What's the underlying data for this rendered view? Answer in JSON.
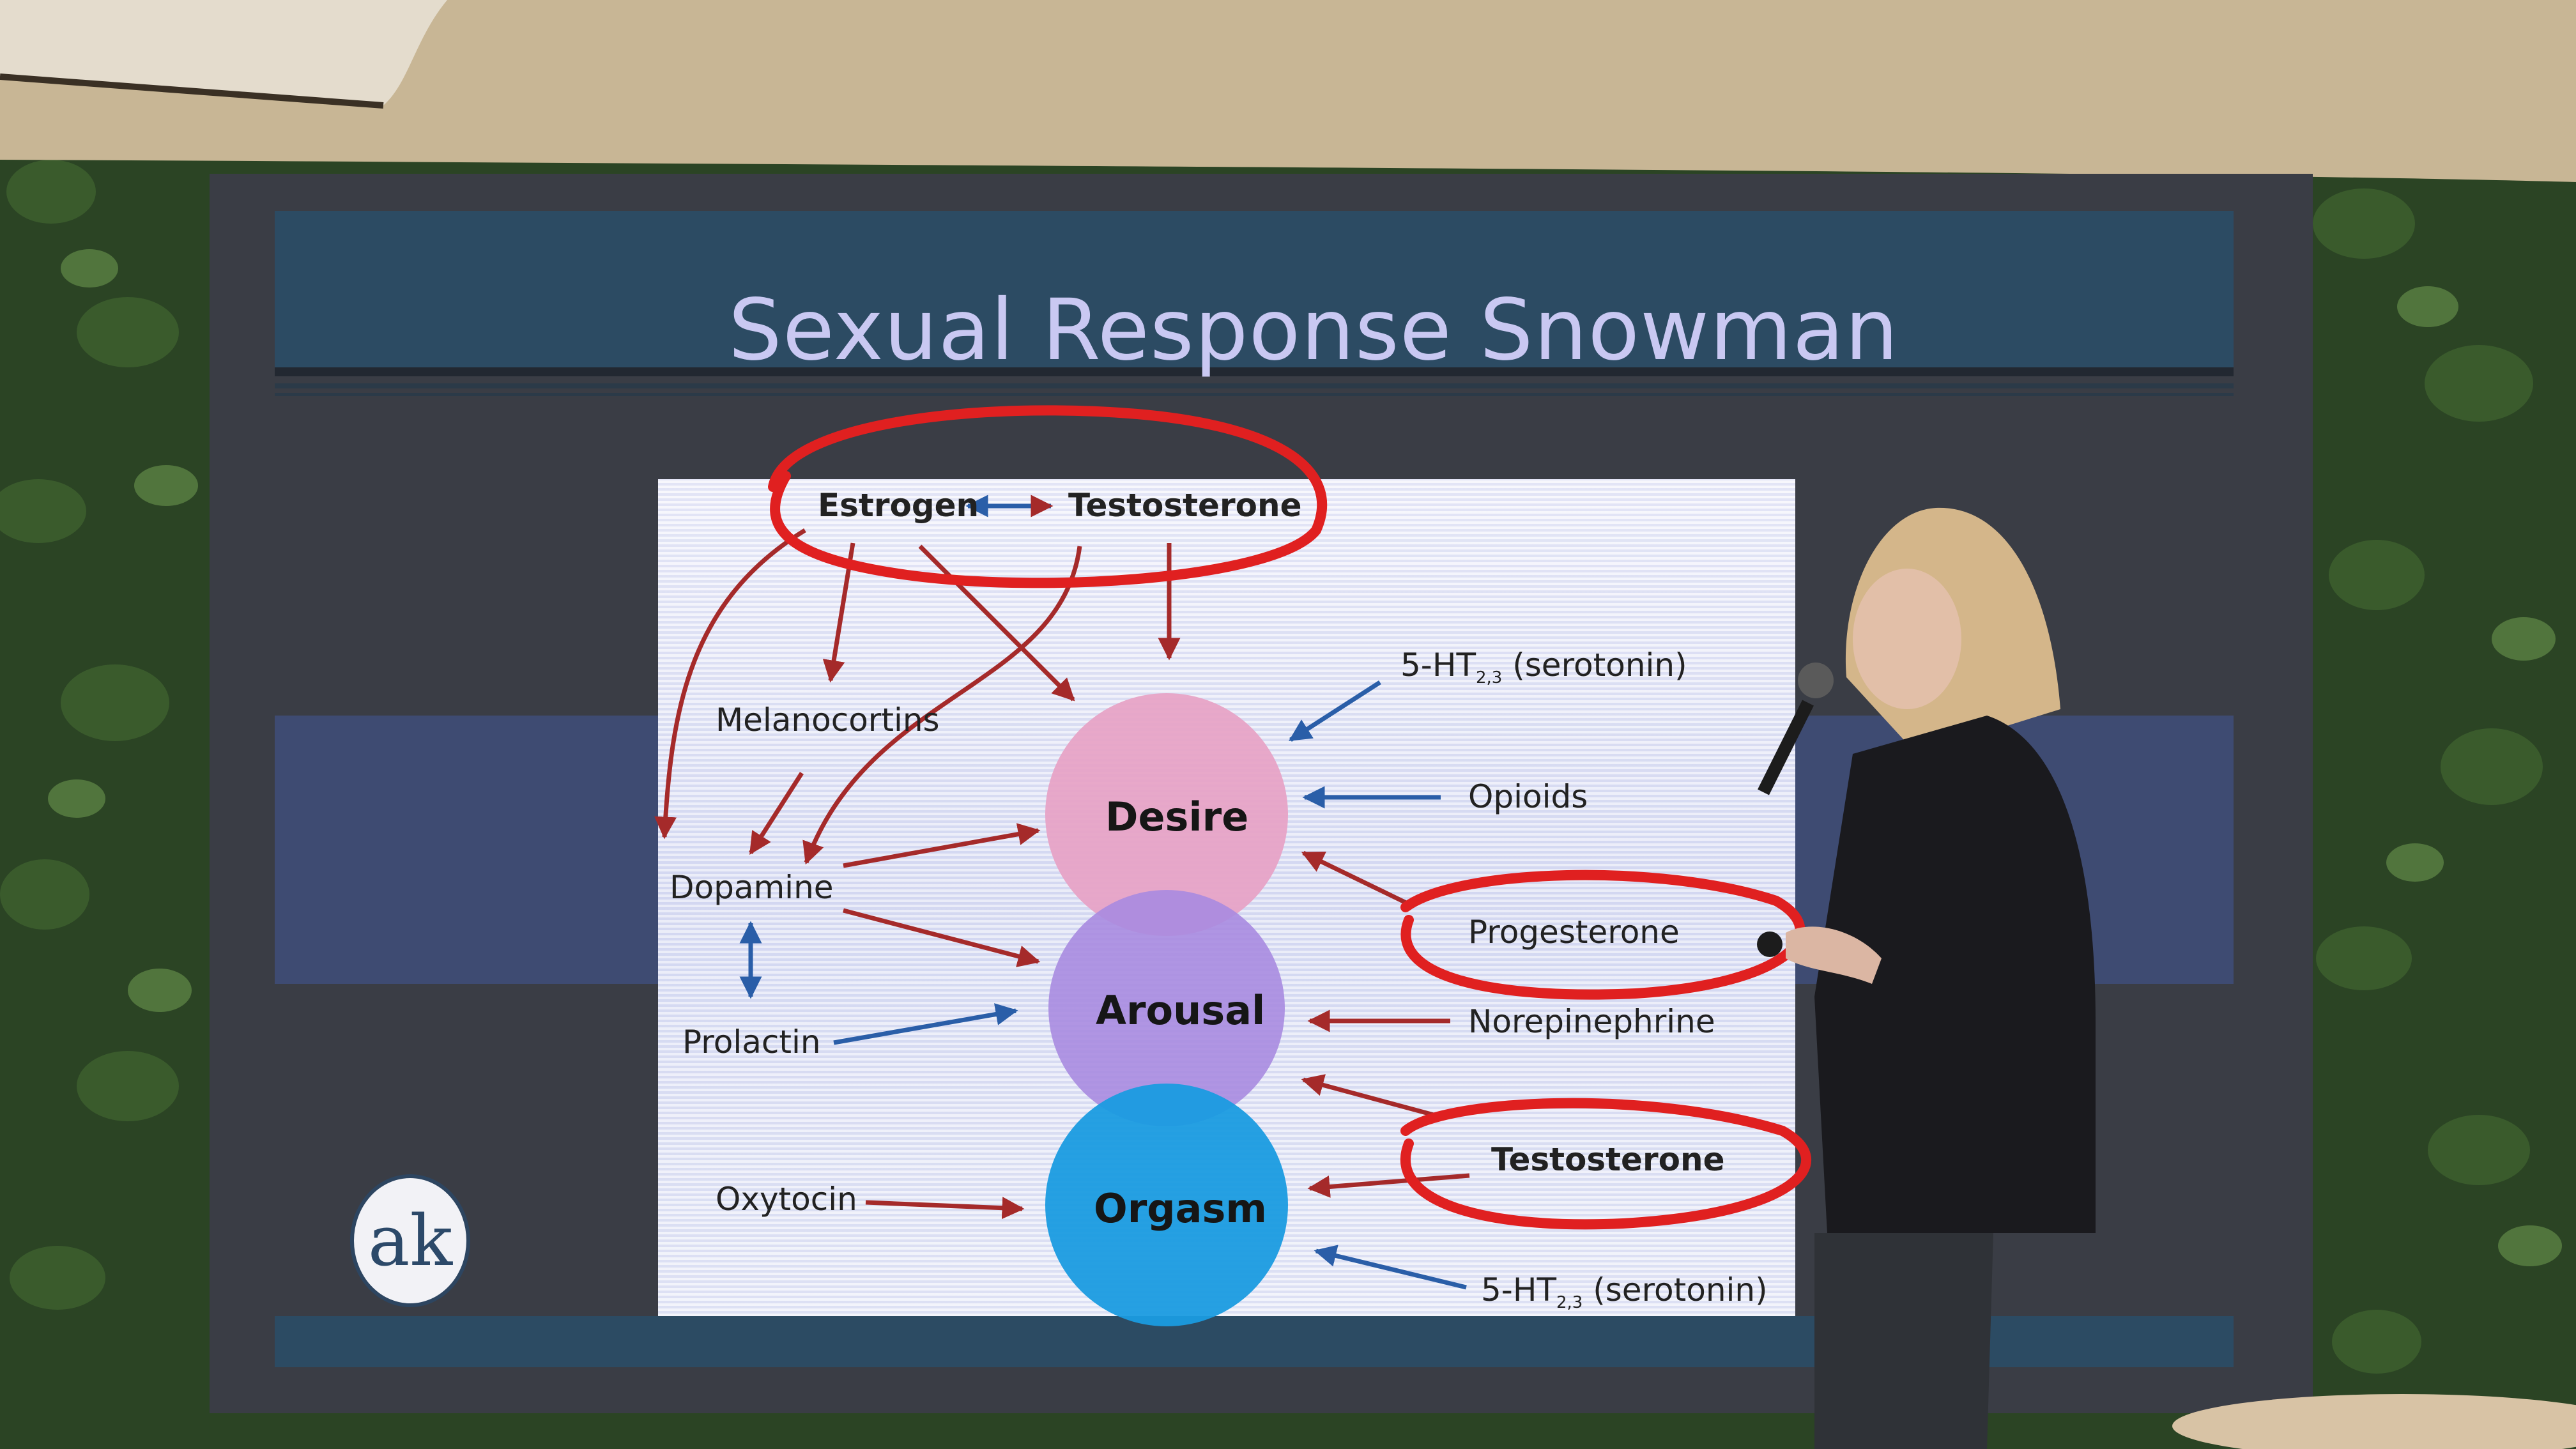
{
  "slide": {
    "title": "Sexual Response Snowman",
    "logo_text": "ak",
    "circles": {
      "desire": "Desire",
      "arousal": "Arousal",
      "orgasm": "Orgasm"
    },
    "labels": {
      "estrogen": "Estrogen",
      "testosterone_top": "Testosterone",
      "melanocortins": "Melanocortins",
      "dopamine": "Dopamine",
      "prolactin": "Prolactin",
      "oxytocin": "Oxytocin",
      "serotonin_top_prefix": "5-HT",
      "serotonin_top_sub": "2,3",
      "serotonin_top_suffix": " (serotonin)",
      "opioids": "Opioids",
      "progesterone": "Progesterone",
      "norepinephrine": "Norepinephrine",
      "testosterone_bottom": "Testosterone",
      "serotonin_bottom_prefix": "5-HT",
      "serotonin_bottom_sub": "2,3",
      "serotonin_bottom_suffix": " (serotonin)"
    }
  },
  "colors": {
    "activating_arrow": "#a52a2a",
    "inhibiting_arrow": "#2a5ea8",
    "annotation_red": "#e02020",
    "desire_fill": "#e7a3c6",
    "arousal_fill": "#a98be0",
    "orgasm_fill": "#1a9be0"
  }
}
